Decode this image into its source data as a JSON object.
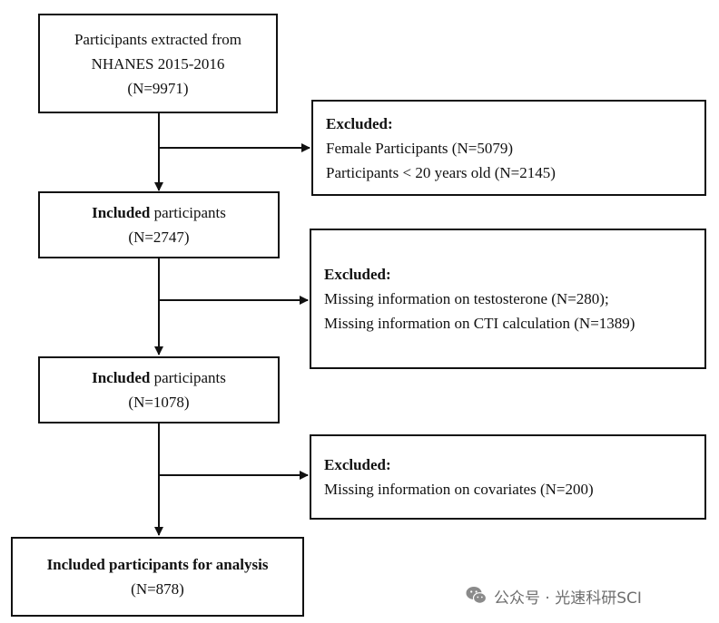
{
  "flow": {
    "start": {
      "lines": [
        "Participants extracted from",
        "NHANES 2015-2016",
        "(N=9971)"
      ]
    },
    "excluded_1": {
      "heading": "Excluded:",
      "lines": [
        "Female Participants (N=5079)",
        "Participants < 20 years old (N=2145)"
      ]
    },
    "included_1": {
      "bold": "Included",
      "rest": " participants",
      "count": "(N=2747)"
    },
    "excluded_2": {
      "heading": "Excluded:",
      "lines": [
        "Missing information on testosterone (N=280);",
        "Missing information on CTI calculation (N=1389)"
      ]
    },
    "included_2": {
      "bold": "Included",
      "rest": " participants",
      "count": "(N=1078)"
    },
    "excluded_3": {
      "heading": "Excluded:",
      "lines": [
        "Missing information on covariates (N=200)"
      ]
    },
    "final": {
      "label": "Included participants for analysis",
      "count": "(N=878)"
    }
  },
  "watermark": {
    "text": "公众号 · 光速科研SCI",
    "icon": "wechat-icon"
  }
}
